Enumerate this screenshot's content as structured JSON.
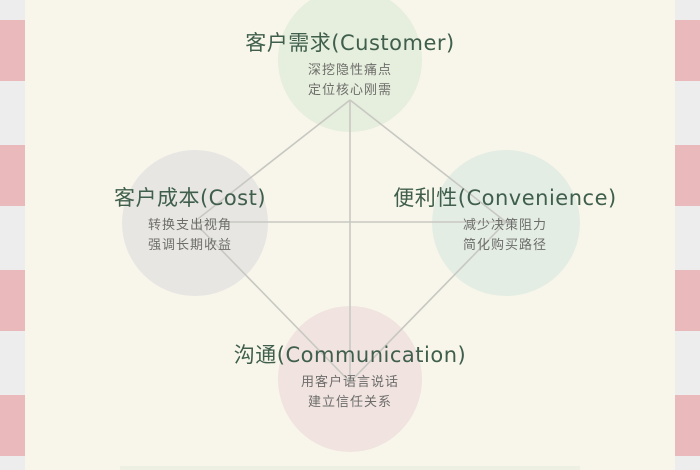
{
  "colors": {
    "background": "#f8f6ea",
    "stripe_pink": "#e9b9bc",
    "stripe_gray": "#ededee",
    "title_text": "#3f5e4c",
    "desc_text": "#6d6d6a",
    "line": "#c8c8c2",
    "circle_customer": "#e6eedd",
    "circle_cost": "#e7e6e2",
    "circle_convenience": "#e4ede4",
    "circle_communication": "#f0e3e0"
  },
  "nodes": {
    "customer": {
      "title": "客户需求(Customer)",
      "desc": [
        "深挖隐性痛点",
        "定位核心刚需"
      ]
    },
    "cost": {
      "title": "客户成本(Cost)",
      "desc": [
        "转换支出视角",
        "强调长期收益"
      ]
    },
    "convenience": {
      "title": "便利性(Convenience)",
      "desc": [
        "减少决策阻力",
        "简化购买路径"
      ]
    },
    "communication": {
      "title": "沟通(Communication)",
      "desc": [
        "用客户语言说话",
        "建立信任关系"
      ]
    }
  }
}
